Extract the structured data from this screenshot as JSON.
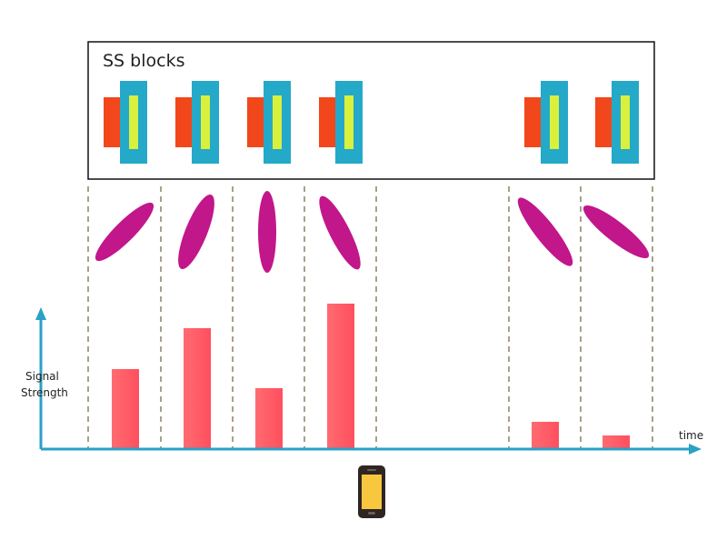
{
  "diagram": {
    "title": "SS blocks",
    "y_axis_label_line1": "Signal",
    "y_axis_label_line2": "Strength",
    "x_axis_label": "time",
    "colors": {
      "block_red": "#f2471b",
      "block_blue": "#24a9c9",
      "block_yellow": "#d9f03c",
      "beam_magenta": "#c2168b",
      "bar_pink": "#ff5a66",
      "axis": "#2aa1c5",
      "divider": "#a8a08a",
      "phone_body": "#2f2522",
      "phone_screen": "#f7c740"
    },
    "icons": [
      "phone-icon"
    ],
    "ss_blocks": [
      {
        "slot": 1,
        "beam_direction": "tilted-right",
        "signal_strength": 0.55
      },
      {
        "slot": 2,
        "beam_direction": "slightly-right",
        "signal_strength": 0.85
      },
      {
        "slot": 3,
        "beam_direction": "vertical",
        "signal_strength": 0.42
      },
      {
        "slot": 4,
        "beam_direction": "slightly-left",
        "signal_strength": 1.0
      },
      {
        "slot": 5,
        "beam_direction": "tilted-left",
        "signal_strength": 0.18
      },
      {
        "slot": 6,
        "beam_direction": "strongly-left",
        "signal_strength": 0.09
      }
    ]
  }
}
